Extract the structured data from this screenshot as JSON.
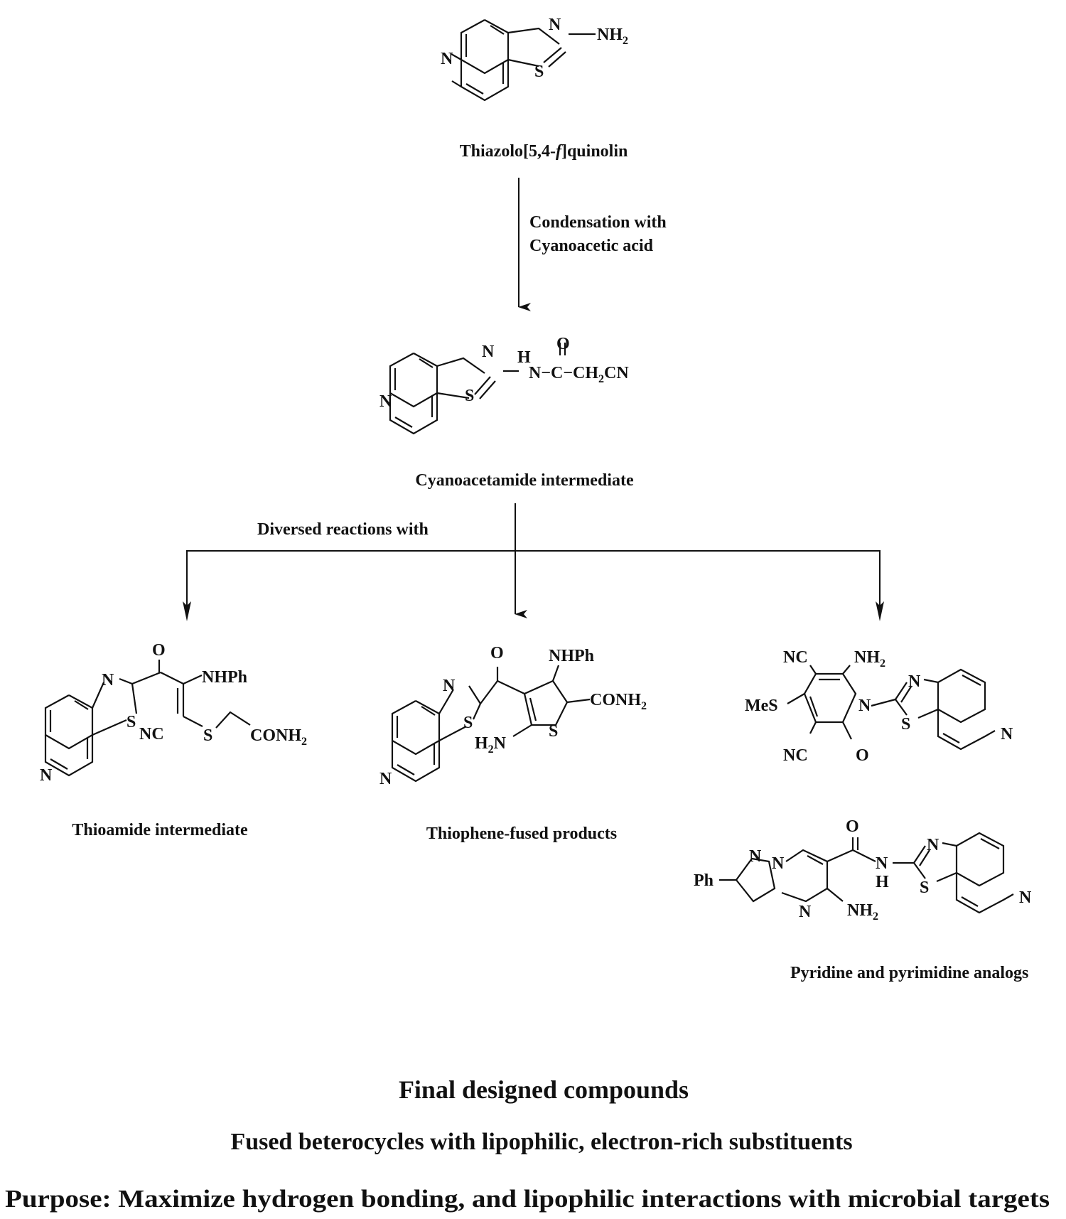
{
  "start": {
    "name": "Thiazolo[5,4-",
    "name_italic": "f",
    "name_end": "]quinolin",
    "substituent": "NH",
    "substituent_sub": "2"
  },
  "step1": {
    "line1": "Condensation with",
    "line2": "Cyanoacetic acid"
  },
  "intermediate": {
    "name": "Cyanoacetamide intermediate",
    "chain_pre": "N−C−CH",
    "chain_sub": "2",
    "chain_post": "CN",
    "h": "H",
    "o": "O"
  },
  "branch_label": "Diversed reactions with",
  "products": [
    {
      "name": "Thioamide intermediate"
    },
    {
      "name": "Thiophene-fused products"
    },
    {
      "name": "Pyridine and pyrimidine analogs"
    }
  ],
  "atoms": {
    "N": "N",
    "S": "S",
    "O": "O",
    "H": "H",
    "NHPh": "NHPh",
    "NC": "NC",
    "MeS": "MeS",
    "Ph": "Ph",
    "CONH": "CONH",
    "NH": "NH",
    "H2N_pre": "H",
    "H2N_post": "N",
    "two": "2"
  },
  "footer": {
    "title": "Final designed compounds",
    "subtitle": "Fused beterocycles with lipophilic, electron-rich substituents",
    "purpose": "Purpose: Maximize hydrogen bonding, and lipophilic interactions with microbial targets"
  }
}
